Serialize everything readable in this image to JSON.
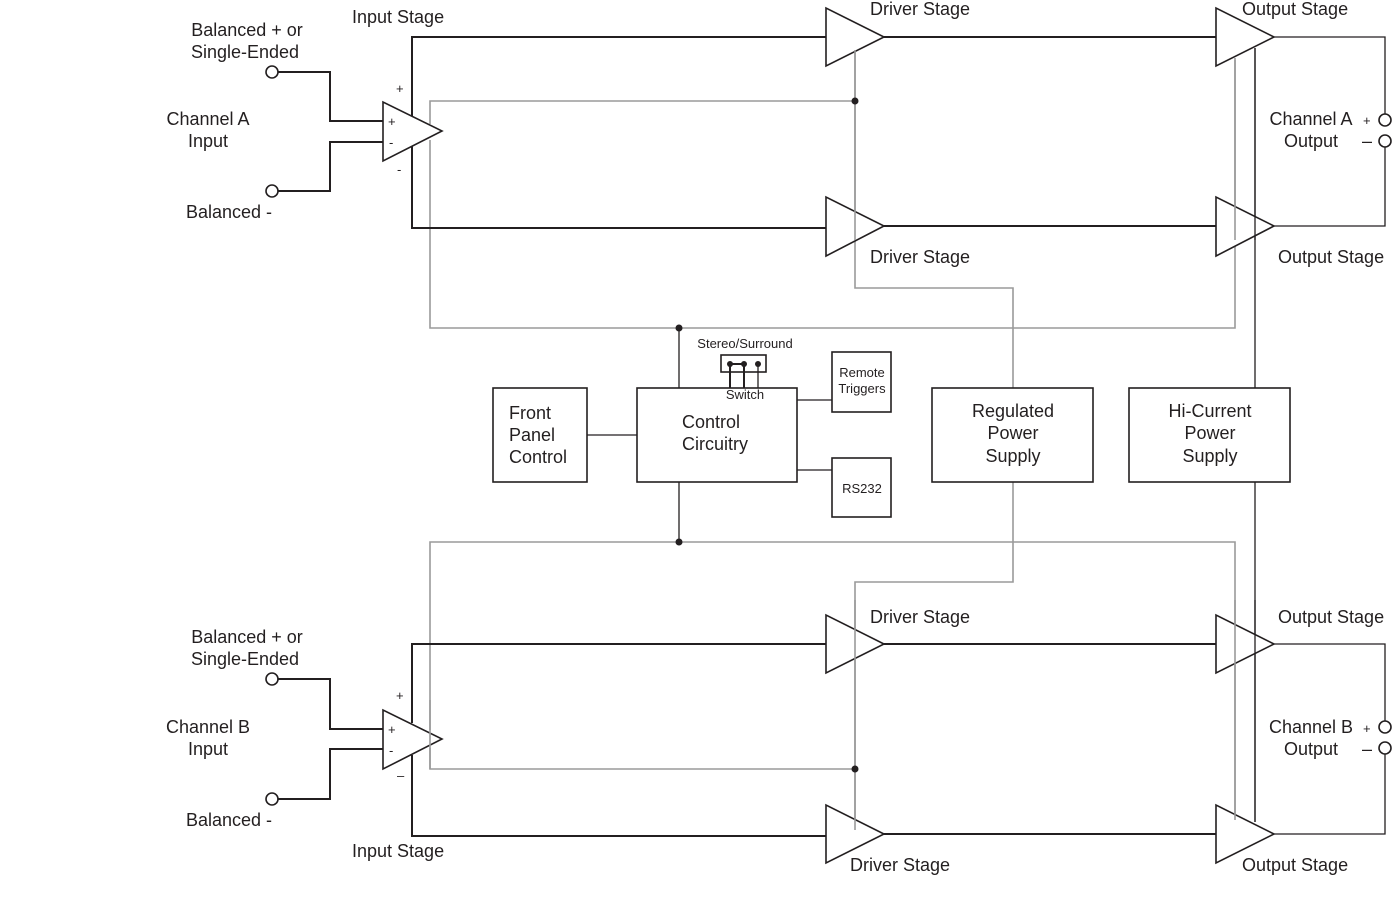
{
  "channel_a": {
    "input_plus_label": [
      "Balanced + or",
      "Single-Ended"
    ],
    "input_label": [
      "Channel A",
      "Input"
    ],
    "input_minus_label": "Balanced -",
    "input_stage_label": "Input Stage",
    "opamp_plus": "+",
    "opamp_minus": "-",
    "rail_plus": "+",
    "rail_minus": "-",
    "driver_top_label": "Driver Stage",
    "driver_bottom_label": "Driver Stage",
    "output_top_label": "Output Stage",
    "output_bottom_label": "Output Stage",
    "output_label": [
      "Channel A",
      "Output"
    ],
    "output_plus": "+",
    "output_minus": "–"
  },
  "channel_b": {
    "input_plus_label": [
      "Balanced + or",
      "Single-Ended"
    ],
    "input_label": [
      "Channel B",
      "Input"
    ],
    "input_minus_label": "Balanced -",
    "input_stage_label": "Input Stage",
    "opamp_plus": "+",
    "opamp_minus": "-",
    "rail_plus": "+",
    "rail_minus": "–",
    "driver_top_label": "Driver Stage",
    "driver_bottom_label": "Driver Stage",
    "output_top_label": "Output Stage",
    "output_bottom_label": "Output Stage",
    "output_label": [
      "Channel B",
      "Output"
    ],
    "output_plus": "+",
    "output_minus": "–"
  },
  "control": {
    "front_panel": [
      "Front",
      "Panel",
      "Control"
    ],
    "control_circuitry": [
      "Control",
      "Circuitry"
    ],
    "switch_top_label": "Stereo/Surround",
    "switch_bottom_label": "Switch",
    "remote_triggers": [
      "Remote",
      "Triggers"
    ],
    "rs232": "RS232",
    "regulated_supply": [
      "Regulated",
      "Power",
      "Supply"
    ],
    "hi_current_supply": [
      "Hi-Current",
      "Power",
      "Supply"
    ]
  },
  "colors": {
    "line": "#231f20",
    "feedback_line": "#9a9a9a",
    "background": "#ffffff"
  }
}
